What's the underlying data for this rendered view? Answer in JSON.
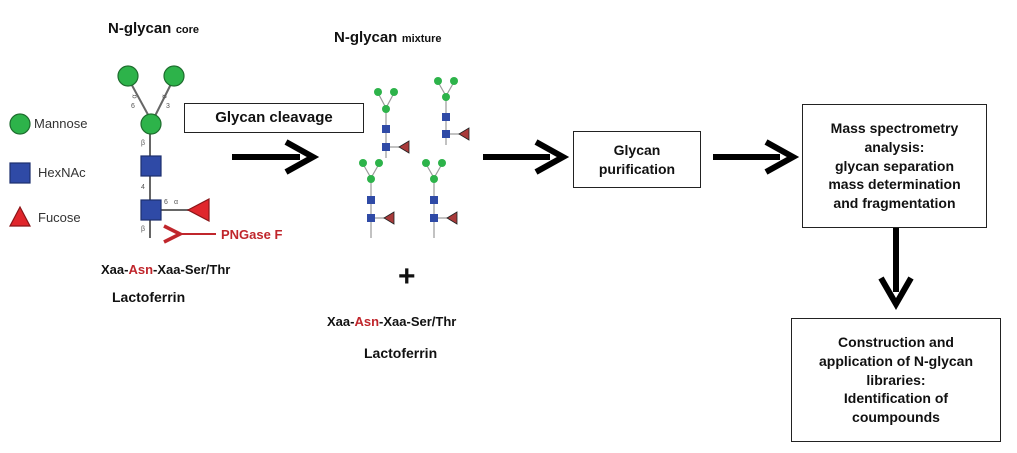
{
  "core": {
    "title": "N-glycan",
    "title_sub": "core"
  },
  "mixture": {
    "title": "N-glycan",
    "title_sub": "mixture"
  },
  "legend": [
    {
      "label": "Mannose",
      "shape": "circle",
      "color": "#2db34a"
    },
    {
      "label": "HexNAc",
      "shape": "square",
      "color": "#2f4aa6"
    },
    {
      "label": "Fucose",
      "shape": "triangle",
      "color": "#e0262c"
    }
  ],
  "enzyme": "PNGase F",
  "sequence": {
    "pre": "Xaa-",
    "asn": "Asn",
    "post": "-Xaa-Ser/Thr"
  },
  "protein": "Lactoferrin",
  "plus": "+",
  "steps": {
    "cleavage": [
      "Glycan cleavage"
    ],
    "purification": [
      "Glycan",
      "purification"
    ],
    "ms": [
      "Mass spectrometry",
      "analysis:",
      "glycan separation",
      "mass determination",
      "and fragmentation"
    ],
    "library": [
      "Construction and",
      "application of N-glycan",
      "libraries:",
      "Identification of",
      "coumpounds"
    ]
  },
  "linkages": {
    "a": "α",
    "b": "β",
    "n3": "3",
    "n6": "6",
    "n4": "4"
  },
  "colors": {
    "mannose": "#2db34a",
    "hexnac": "#2f4aa6",
    "fucose": "#e0262c",
    "fucose_small": "#a83a3a",
    "arrow": "#000000",
    "pngase": "#c0262c"
  }
}
